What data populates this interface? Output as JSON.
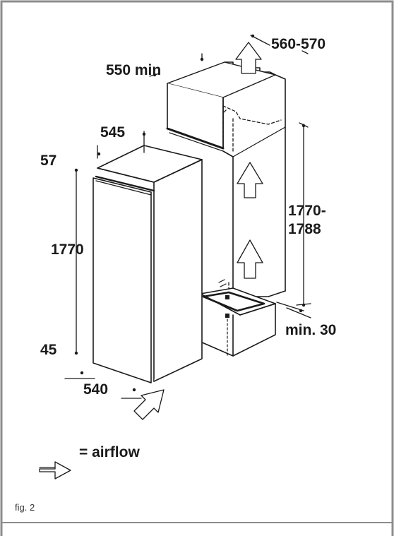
{
  "colors": {
    "border": "#8c8c8c",
    "line": "#1a1a1a",
    "fill": "#ffffff"
  },
  "dimensions": {
    "depth_cabinet": "560-570",
    "depth_niche": "550 min",
    "depth_appliance": "545",
    "top_gap": "57",
    "height_appliance": "1770",
    "height_niche_1": "1770-",
    "height_niche_2": "1788",
    "bottom_gap": "45",
    "width_appliance": "540",
    "vent_min": "min. 30"
  },
  "legend": {
    "icon": "arrow-right-outline-icon",
    "label": "= airflow"
  },
  "caption": "fig. 2"
}
